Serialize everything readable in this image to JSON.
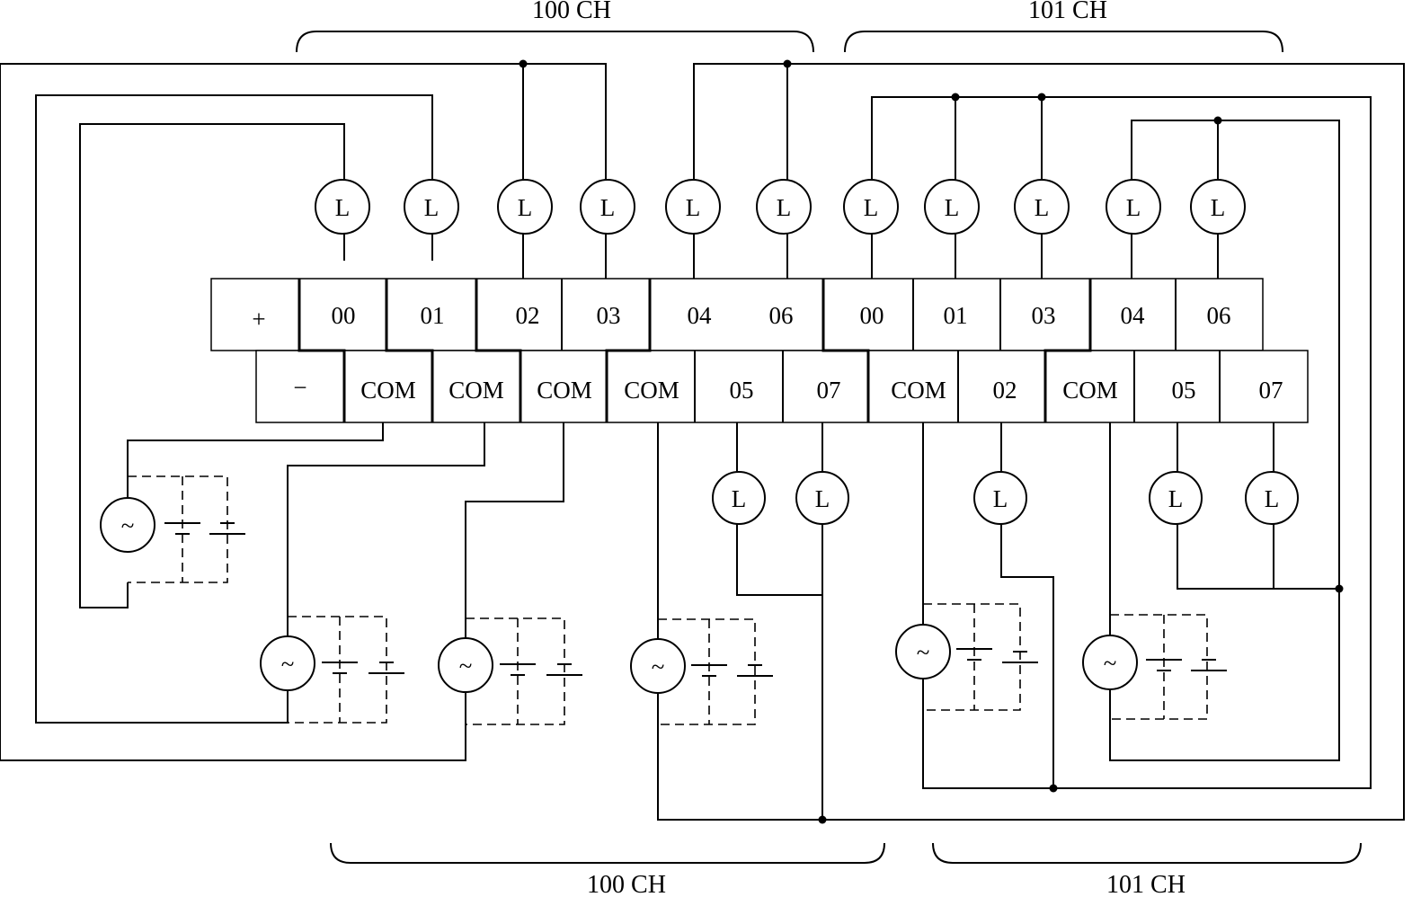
{
  "channels": {
    "top_left": "100  CH",
    "top_right": "101  CH",
    "bottom_left": "100  CH",
    "bottom_right": "101  CH"
  },
  "top_row": [
    "+",
    "00",
    "01",
    "02",
    "03",
    "04",
    "06",
    "00",
    "01",
    "03",
    "04",
    "06"
  ],
  "bottom_row": [
    "−",
    "COM",
    "COM",
    "COM",
    "COM",
    "05",
    "07",
    "COM",
    "02",
    "COM",
    "05",
    "07"
  ],
  "lamp_label": "L",
  "source_symbol": "~"
}
